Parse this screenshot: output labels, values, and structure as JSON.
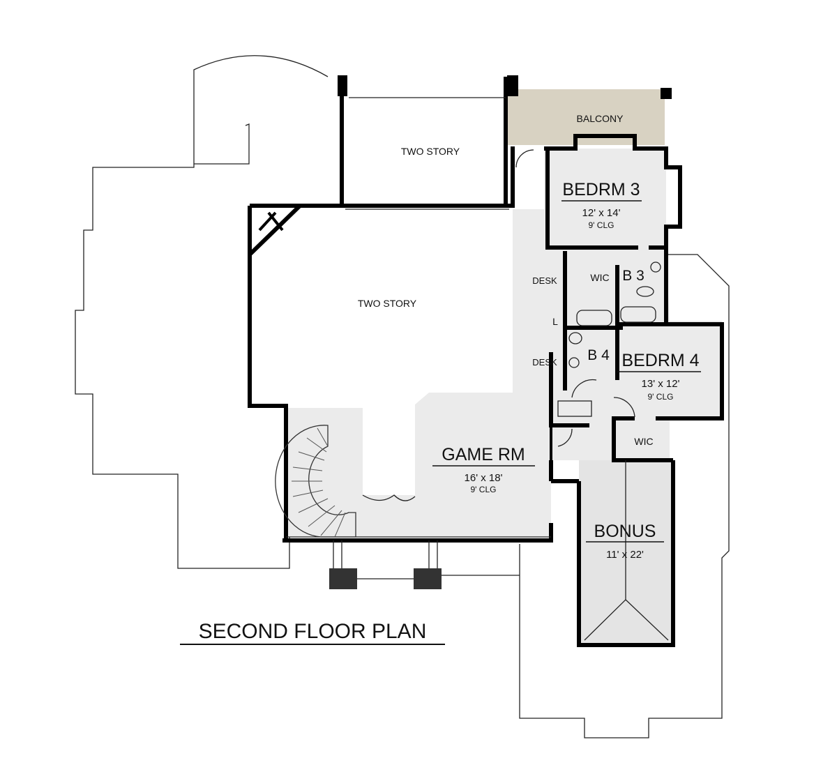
{
  "title": "SECOND FLOOR PLAN",
  "rooms": {
    "two_story_top": {
      "name": "TWO STORY"
    },
    "two_story_main": {
      "name": "TWO STORY"
    },
    "balcony": {
      "name": "BALCONY"
    },
    "bedrm3": {
      "name": "BEDRM 3",
      "size": "12' x 14'",
      "ceiling": "9' CLG"
    },
    "bath3": {
      "name": "B 3"
    },
    "wic3": {
      "name": "WIC"
    },
    "bath4": {
      "name": "B 4"
    },
    "bedrm4": {
      "name": "BEDRM 4",
      "size": "13' x 12'",
      "ceiling": "9' CLG"
    },
    "wic4": {
      "name": "WIC"
    },
    "desk1": {
      "name": "DESK"
    },
    "desk2": {
      "name": "DESK"
    },
    "linen": {
      "name": "L"
    },
    "game_rm": {
      "name": "GAME RM",
      "size": "16' x 18'",
      "ceiling": "9' CLG"
    },
    "bonus": {
      "name": "BONUS",
      "size": "11' x 22'"
    }
  },
  "colors": {
    "balcony": "#d8d2c2",
    "floor": "#ebebeb",
    "wall": "#000000"
  }
}
